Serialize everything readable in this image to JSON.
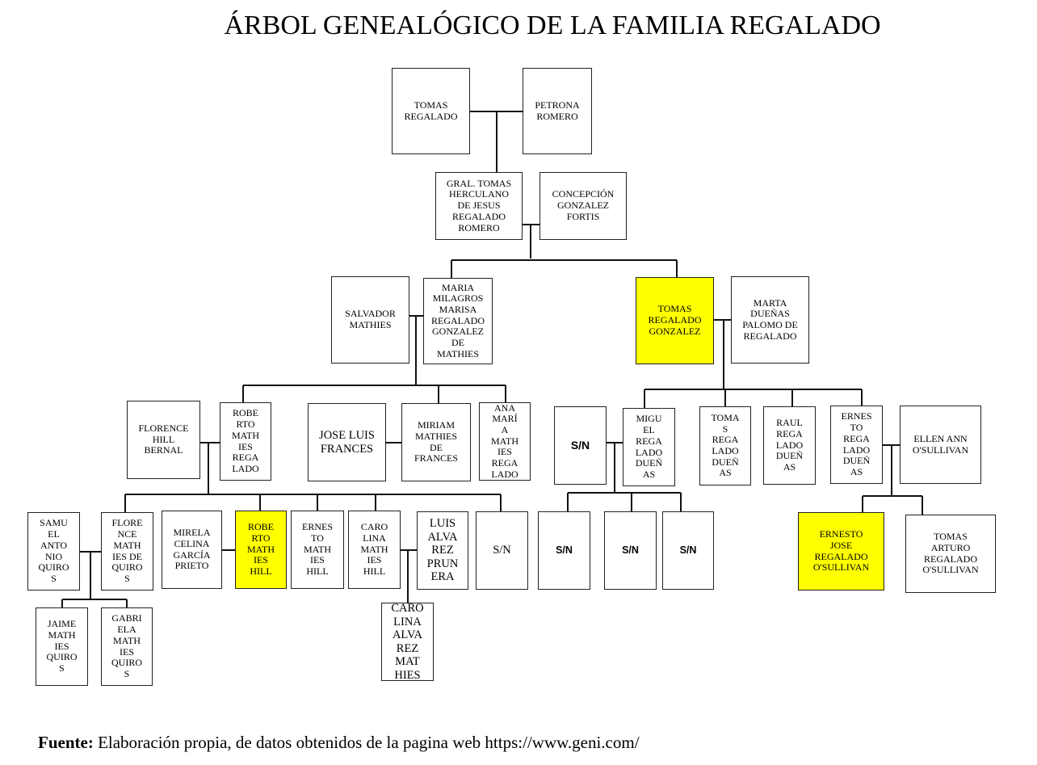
{
  "title": "ÁRBOL GENEALÓGICO DE LA FAMILIA REGALADO",
  "highlight_color": "#ffff00",
  "nodes": [
    {
      "text": "TOMAS\nREGALADO"
    },
    {
      "text": "PETRONA\nROMERO"
    },
    {
      "text": "GRAL. TOMAS\nHERCULANO\nDE JESUS\nREGALADO\nROMERO"
    },
    {
      "text": "CONCEPCIÓN\nGONZALEZ\nFORTIS"
    },
    {
      "text": "SALVADOR\nMATHIES"
    },
    {
      "text": "MARIA\nMILAGROS\nMARISA\nREGALADO\nGONZALEZ\nDE\nMATHIES"
    },
    {
      "text": "TOMAS\nREGALADO\nGONZALEZ",
      "highlighted": true
    },
    {
      "text": "MARTA\nDUEÑAS\nPALOMO DE\nREGALADO"
    },
    {
      "text": "FLORENCE\nHILL\nBERNAL"
    },
    {
      "text": "ROBE\nRTO\nMATH\nIES\nREGA\nLADO"
    },
    {
      "text": "JOSE LUIS\nFRANCES"
    },
    {
      "text": "MIRIAM\nMATHIES\nDE\nFRANCES"
    },
    {
      "text": "ANA\nMARÍ\nA\nMATH\nIES\nREGA\nLADO"
    },
    {
      "text": "S/N"
    },
    {
      "text": "MIGU\nEL\nREGA\nLADO\nDUEÑ\nAS"
    },
    {
      "text": "TOMA\nS\nREGA\nLADO\nDUEÑ\nAS"
    },
    {
      "text": "RAUL\nREGA\nLADO\nDUEÑ\nAS"
    },
    {
      "text": "ERNES\nTO\nREGA\nLADO\nDUEÑ\nAS"
    },
    {
      "text": "ELLEN ANN\nO'SULLIVAN"
    },
    {
      "text": "SAMU\nEL\nANTO\nNIO\nQUIRO\nS"
    },
    {
      "text": "FLORE\nNCE\nMATH\nIES DE\nQUIRO\nS"
    },
    {
      "text": "MIRELA\nCELINA\nGARCÍA\nPRIETO"
    },
    {
      "text": "ROBE\nRTO\nMATH\nIES\nHILL",
      "highlighted": true
    },
    {
      "text": "ERNES\nTO\nMATH\nIES\nHILL"
    },
    {
      "text": "CARO\nLINA\nMATH\nIES\nHILL"
    },
    {
      "text": "LUIS\nALVA\nREZ\nPRUN\nERA"
    },
    {
      "text": "S/N"
    },
    {
      "text": "S/N"
    },
    {
      "text": "S/N"
    },
    {
      "text": "S/N"
    },
    {
      "text": "ERNESTO\nJOSE\nREGALADO\nO'SULLIVAN",
      "highlighted": true
    },
    {
      "text": "TOMAS\nARTURO\nREGALADO\nO'SULLIVAN"
    },
    {
      "text": "JAIME\nMATH\nIES\nQUIRO\nS"
    },
    {
      "text": "GABRI\nELA\nMATH\nIES\nQUIRO\nS"
    },
    {
      "text": "CARO\nLINA\nALVA\nREZ\nMAT\nHIES"
    }
  ],
  "footer": {
    "label": "Fuente:",
    "text": " Elaboración propia, de datos obtenidos de la pagina web https://www.geni.com/"
  }
}
